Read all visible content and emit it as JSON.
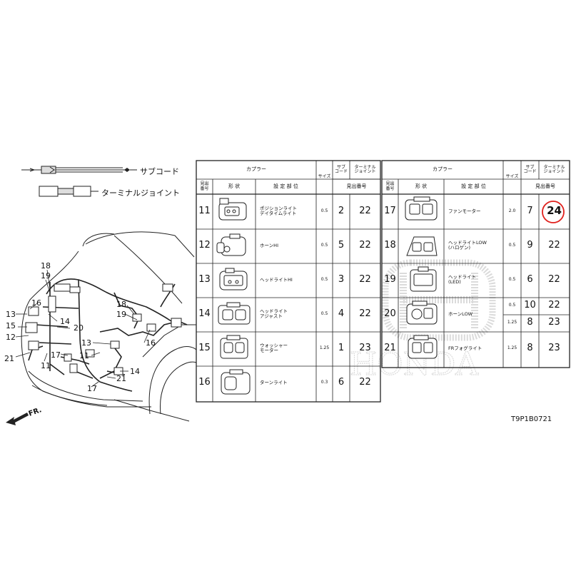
{
  "legend": {
    "sub_cord": "サブコード",
    "terminal_joint": "ターミナルジョイント"
  },
  "headers": {
    "coupler": "カプラー",
    "size": "サイズ",
    "sub_cord": "サブ\nコード",
    "terminal_joint": "ターミナル\nジョイント",
    "index_no": "見出\n番号",
    "shape": "形 状",
    "location": "設 定 部 位",
    "ref_no": "見出番号"
  },
  "left_table": [
    {
      "no": "11",
      "location": "ポジションライト\nデイタイムライト",
      "size": "0.5",
      "sub": "2",
      "tj": "22"
    },
    {
      "no": "12",
      "location": "ホーンHI",
      "size": "0.5",
      "sub": "5",
      "tj": "22"
    },
    {
      "no": "13",
      "location": "ヘッドライトHI",
      "size": "0.5",
      "sub": "3",
      "tj": "22"
    },
    {
      "no": "14",
      "location": "ヘッドライト\nアジャスト",
      "size": "0.5",
      "sub": "4",
      "tj": "22"
    },
    {
      "no": "15",
      "location": "ウォッシャー\nモーター",
      "size": "1.25",
      "sub": "1",
      "tj": "23"
    },
    {
      "no": "16",
      "location": "ターンライト",
      "size": "0.3",
      "sub": "6",
      "tj": "22"
    }
  ],
  "right_table": [
    {
      "no": "17",
      "location": "ファンモーター",
      "size": "2.0",
      "sub": "7",
      "tj": "24",
      "highlight": true
    },
    {
      "no": "18",
      "location": "ヘッドライトLOW\n(ハロゲン)",
      "size": "0.5",
      "sub": "9",
      "tj": "22"
    },
    {
      "no": "19",
      "location": "ヘッドライト\n(LED)",
      "size": "0.5",
      "sub": "6",
      "tj": "22"
    },
    {
      "no": "20",
      "location": "ホーンLOW",
      "size_a": "0.5",
      "size_b": "1.25",
      "sub_a": "10",
      "sub_b": "8",
      "tj_a": "22",
      "tj_b": "23"
    },
    {
      "no": "21",
      "location": "FRフォグライト",
      "size": "1.25",
      "sub": "8",
      "tj": "23"
    }
  ],
  "callouts": [
    "18",
    "19",
    "16",
    "13",
    "15",
    "12",
    "21",
    "14",
    "20",
    "11",
    "17",
    "18",
    "19",
    "16",
    "13",
    "11",
    "14",
    "21",
    "17"
  ],
  "front_label": "FR.",
  "part_code": "T9P1B0721",
  "watermark": "HONDA",
  "colors": {
    "highlight": "#e0201c",
    "line": "#222222"
  }
}
